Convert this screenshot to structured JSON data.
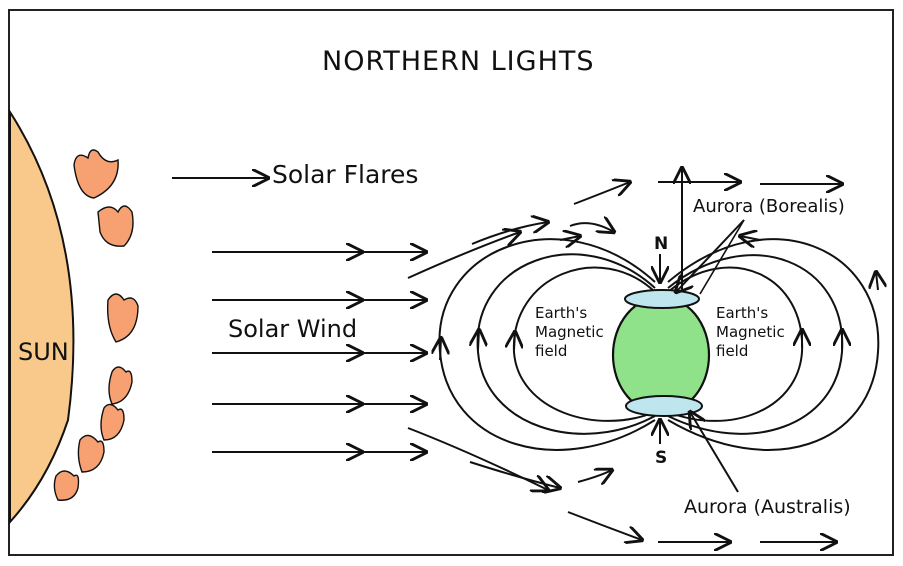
{
  "title": "NORTHERN LIGHTS",
  "sun": {
    "label": "SUN",
    "color": "#f8c98a"
  },
  "flares_label": "Solar Flares",
  "flare_color": "#f7a173",
  "wind_label": "Solar Wind",
  "earth": {
    "color": "#8fe18a",
    "north_label": "N",
    "south_label": "S"
  },
  "field_labels": {
    "left": [
      "Earth's",
      "Magnetic",
      "field"
    ],
    "right": [
      "Earth's",
      "Magnetic",
      "field"
    ]
  },
  "aurora_color": "#bfe6ef",
  "aurora_borealis_label": "Aurora (Borealis)",
  "aurora_australis_label": "Aurora (Australis)"
}
